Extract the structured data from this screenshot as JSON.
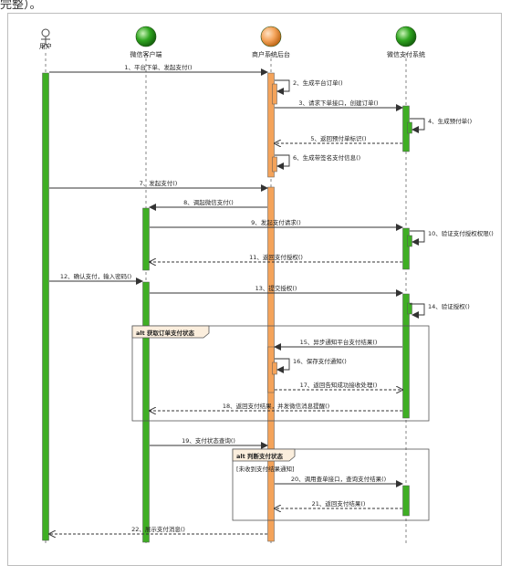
{
  "top_text": "完整）。",
  "actors": [
    {
      "id": "user",
      "label": "用户",
      "kind": "stick",
      "color": "#3c9a1b"
    },
    {
      "id": "client",
      "label": "微信客户端",
      "kind": "ball",
      "color": "#2fa51f"
    },
    {
      "id": "merchant",
      "label": "商户系统后台",
      "kind": "ball",
      "color": "#f4a35a"
    },
    {
      "id": "paysys",
      "label": "微信支付系统",
      "kind": "ball",
      "color": "#2fa51f"
    }
  ],
  "messages": [
    {
      "n": "1",
      "text": "1、平台下单、发起支付()"
    },
    {
      "n": "2",
      "text": "2、生成平台订单()"
    },
    {
      "n": "3",
      "text": "3、请求下单接口，创建订单()"
    },
    {
      "n": "4",
      "text": "4、生成预付单()"
    },
    {
      "n": "5",
      "text": "5、返回预付单标识()"
    },
    {
      "n": "6",
      "text": "6、生成带签名支付信息()"
    },
    {
      "n": "7",
      "text": "7、发起支付()"
    },
    {
      "n": "8",
      "text": "8、调起微信支付()"
    },
    {
      "n": "9",
      "text": "9、发起支付请求()"
    },
    {
      "n": "10",
      "text": "10、验证支付授权权限()"
    },
    {
      "n": "11",
      "text": "11、返回支付授权()"
    },
    {
      "n": "12",
      "text": "12、确认支付，输入密码()"
    },
    {
      "n": "13",
      "text": "13、提交授权()"
    },
    {
      "n": "14",
      "text": "14、验证授权()"
    },
    {
      "n": "15",
      "text": "15、异步通知平台支付结果()"
    },
    {
      "n": "16",
      "text": "16、保存支付通知()"
    },
    {
      "n": "17",
      "text": "17、返回告知成功接收处理()"
    },
    {
      "n": "18",
      "text": "18、返回支付结果，并发微信消息提醒()"
    },
    {
      "n": "19",
      "text": "19、支付状态查询()"
    },
    {
      "n": "20",
      "text": "20、调用查单接口，查询支付结果()"
    },
    {
      "n": "21",
      "text": "21、返回支付结果()"
    },
    {
      "n": "22",
      "text": "22、展示支付消息()"
    }
  ],
  "fragments": [
    {
      "operator": "alt",
      "title": "获取订单支付状态",
      "guard": ""
    },
    {
      "operator": "alt",
      "title": "判断支付状态",
      "guard": "[未收到支付结果通知]"
    }
  ],
  "colors": {
    "user_bar": "#3fae24",
    "client_bar": "#3fae24",
    "merchant_bar": "#f4a35a",
    "paysys_bar": "#3fae24",
    "arrow": "#333333",
    "frame_tab": "#fbeedd"
  }
}
